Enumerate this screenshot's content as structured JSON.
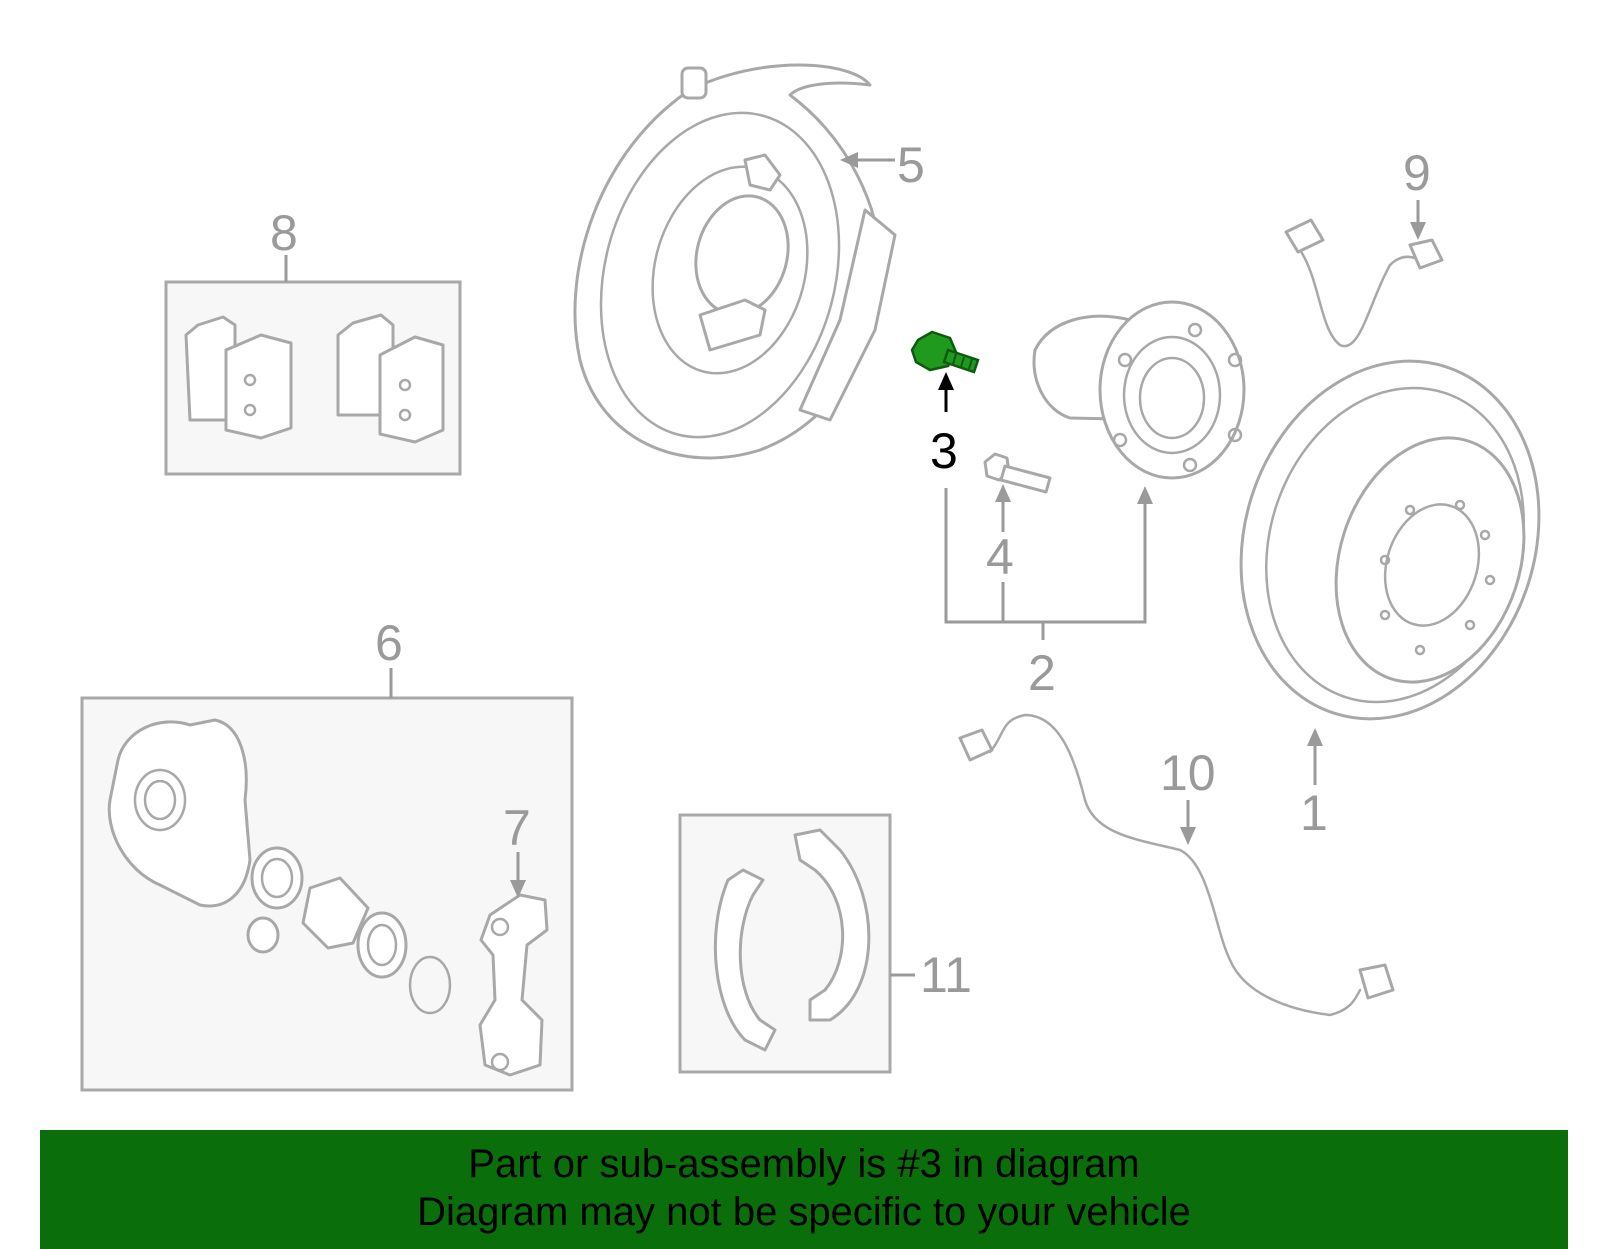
{
  "callouts": {
    "c1": "1",
    "c2": "2",
    "c3": "3",
    "c4": "4",
    "c5": "5",
    "c6": "6",
    "c7": "7",
    "c8": "8",
    "c9": "9",
    "c10": "10",
    "c11": "11"
  },
  "highlighted_part": "3",
  "colors": {
    "highlight_part": "#1f9a1f",
    "part_outline": "#a8a8a8",
    "banner_background": "#0a6e0a",
    "banner_text": "#000000"
  },
  "banner": {
    "line1": "Part or sub-assembly is #3 in diagram",
    "line2": "Diagram may not be specific to your vehicle"
  }
}
